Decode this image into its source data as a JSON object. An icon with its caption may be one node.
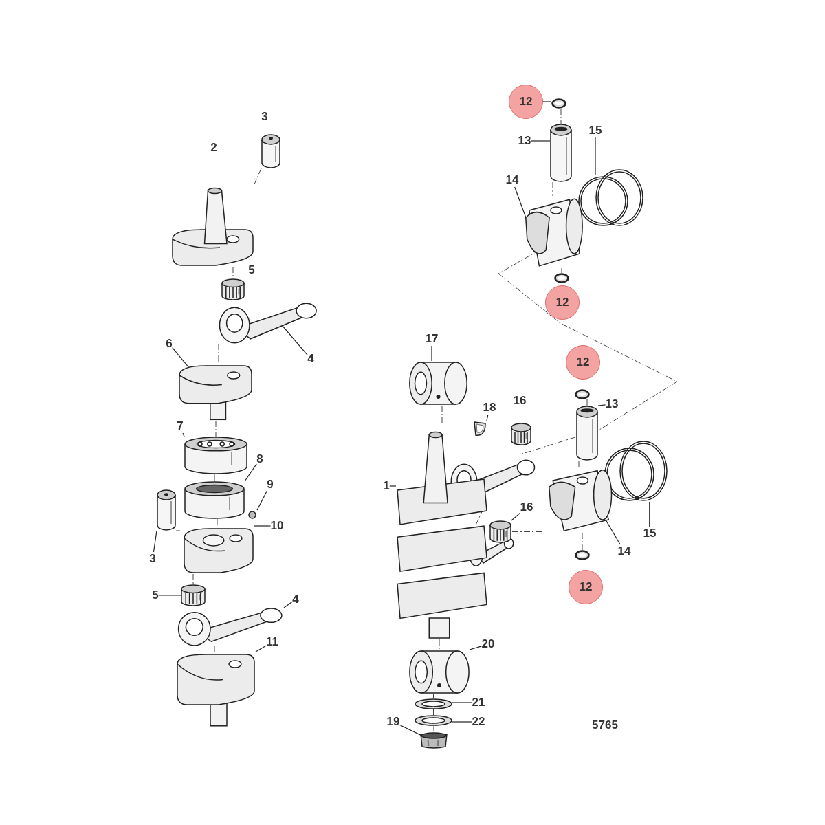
{
  "diagram": {
    "nodes": [
      {
        "text": [],
        "shape": "cylinder"
      },
      {
        "text": [],
        "shape": "picture"
      },
      {
        "text": [],
        "shape": "cylinder"
      },
      {
        "text": [],
        "shape": "picture"
      },
      {
        "text": [
          "4"
        ]
      },
      {
        "text": [],
        "shape": "picture"
      },
      {
        "text": [
          "6"
        ]
      },
      {
        "text": [],
        "shape": "cylinder"
      },
      {
        "text": [
          "7"
        ]
      },
      {
        "text": [],
        "shape": "cylinder"
      },
      {
        "text": [
          "8"
        ]
      },
      {
        "text": [],
        "shape": "circle"
      },
      {
        "text": [
          "9"
        ]
      },
      {
        "text": [],
        "shape": "cylinder"
      },
      {
        "text": [
          "3"
        ]
      },
      {
        "text": [],
        "shape": "picture"
      },
      {
        "text": [
          "10"
        ]
      },
      {
        "text": [],
        "shape": "cylinder"
      },
      {
        "text": [
          "5"
        ]
      },
      {
        "text": [],
        "shape": "picture"
      },
      {
        "text": [
          "4"
        ]
      },
      {
        "text": [],
        "shape": "picture"
      },
      {
        "text": [
          "11"
        ]
      },
      {
        "text": [
          "12"
        ]
      },
      {
        "text": [],
        "shape": "circle"
      },
      {
        "text": [
          "13"
        ]
      },
      {
        "text": [],
        "shape": "cylinder"
      },
      {
        "text": [
          "15"
        ]
      },
      {
        "text": [],
        "shape": "circle"
      },
      {
        "text": [],
        "shape": "circle"
      },
      {
        "text": [
          "14"
        ]
      },
      {
        "text": [],
        "shape": "picture"
      },
      {
        "text": [],
        "shape": "circle"
      },
      {
        "text": [
          "12"
        ]
      },
      {
        "text": [
          "17"
        ]
      },
      {
        "text": [],
        "shape": "cylinder"
      },
      {
        "text": [
          "18"
        ]
      },
      {
        "text": [],
        "shape": "picture"
      },
      {
        "text": [],
        "shape": "cylinder"
      },
      {
        "text": [
          "1"
        ]
      },
      {
        "text": [],
        "shape": "picture"
      },
      {
        "text": [
          "12"
        ]
      },
      {
        "text": [],
        "shape": "circle"
      },
      {
        "text": [
          "13"
        ]
      },
      {
        "text": [],
        "shape": "cylinder"
      },
      {
        "text": [],
        "shape": "circle"
      },
      {
        "text": [],
        "shape": "circle"
      },
      {
        "text": [],
        "shape": "picture"
      },
      {
        "text": [
          "16"
        ]
      },
      {
        "text": [],
        "shape": "cylinder"
      },
      {
        "text": [
          "15"
        ]
      },
      {
        "text": [
          "14"
        ]
      },
      {
        "text": [],
        "shape": "circle"
      },
      {
        "text": [
          "12"
        ]
      },
      {
        "text": [
          "20"
        ]
      },
      {
        "text": [],
        "shape": "cylinder"
      },
      {
        "text": [
          "21"
        ]
      },
      {
        "text": [],
        "shape": "circle"
      },
      {
        "text": [
          "22"
        ]
      },
      {
        "text": [],
        "shape": "circle"
      },
      {
        "text": [
          "19"
        ]
      },
      {
        "text": [],
        "shape": "picture"
      }
    ],
    "edges": [
      {
        "from": 4,
        "to": 3,
        "arrow": "none"
      },
      {
        "from": 6,
        "to": 5,
        "arrow": "none"
      },
      {
        "from": 8,
        "to": 7,
        "arrow": "none"
      },
      {
        "from": 10,
        "to": 9,
        "arrow": "none"
      },
      {
        "from": 12,
        "to": 11,
        "arrow": "none"
      },
      {
        "from": 14,
        "to": 13,
        "arrow": "none"
      },
      {
        "from": 16,
        "to": 15,
        "arrow": "none"
      },
      {
        "from": 18,
        "to": 17,
        "arrow": "none"
      },
      {
        "from": 20,
        "to": 19,
        "arrow": "none"
      },
      {
        "from": 22,
        "to": 21,
        "arrow": "none"
      },
      {
        "from": 23,
        "to": 24,
        "arrow": "none"
      },
      {
        "from": 25,
        "to": 26,
        "arrow": "none"
      },
      {
        "from": 27,
        "to": 28,
        "arrow": "none"
      },
      {
        "from": 30,
        "to": 31,
        "arrow": "none"
      },
      {
        "from": 34,
        "to": 35,
        "arrow": "none"
      },
      {
        "from": 36,
        "to": 37,
        "arrow": "none"
      },
      {
        "from": 39,
        "to": 40,
        "arrow": "none"
      },
      {
        "from": 43,
        "to": 44,
        "arrow": "none"
      },
      {
        "from": 48,
        "to": 49,
        "arrow": "none"
      },
      {
        "from": 50,
        "to": 45,
        "arrow": "none"
      },
      {
        "from": 50,
        "to": 46,
        "arrow": "none"
      },
      {
        "from": 51,
        "to": 47,
        "arrow": "none"
      },
      {
        "from": 54,
        "to": 55,
        "arrow": "none"
      },
      {
        "from": 56,
        "to": 57,
        "arrow": "none"
      },
      {
        "from": 58,
        "to": 59,
        "arrow": "none"
      },
      {
        "from": 60,
        "to": 61,
        "arrow": "none"
      },
      {
        "from": 0,
        "to": 1,
        "arrow": "none",
        "style": "dashed"
      },
      {
        "from": 1,
        "to": 2,
        "arrow": "none",
        "style": "dashed"
      },
      {
        "from": 3,
        "to": 5,
        "arrow": "none",
        "style": "dashed"
      },
      {
        "from": 5,
        "to": 7,
        "arrow": "none",
        "style": "dashed"
      },
      {
        "from": 7,
        "to": 9,
        "arrow": "none",
        "style": "dashed"
      },
      {
        "from": 13,
        "to": 15,
        "arrow": "none",
        "style": "dashed"
      },
      {
        "from": 9,
        "to": 15,
        "arrow": "none",
        "style": "dashed"
      },
      {
        "from": 15,
        "to": 17,
        "arrow": "none",
        "style": "dashed"
      },
      {
        "from": 19,
        "to": 21,
        "arrow": "none",
        "style": "dashed"
      },
      {
        "from": 24,
        "to": 26,
        "arrow": "none",
        "style": "dashed"
      },
      {
        "from": 26,
        "to": 31,
        "arrow": "none",
        "style": "dashed"
      },
      {
        "from": 31,
        "to": 32,
        "arrow": "none",
        "style": "dashed"
      },
      {
        "from": 35,
        "to": 40,
        "arrow": "none",
        "style": "dashed"
      },
      {
        "from": 42,
        "to": 44,
        "arrow": "none",
        "style": "dashed"
      },
      {
        "from": 44,
        "to": 47,
        "arrow": "none",
        "style": "dashed"
      },
      {
        "from": 47,
        "to": 52,
        "arrow": "none",
        "style": "dashed"
      },
      {
        "from": 47,
        "to": 49,
        "arrow": "none",
        "style": "dashed"
      },
      {
        "from": 40,
        "to": 55,
        "arrow": "none",
        "style": "dashed"
      },
      {
        "from": 55,
        "to": 57,
        "arrow": "none",
        "style": "dashed"
      },
      {
        "from": 57,
        "to": 59,
        "arrow": "none",
        "style": "dashed"
      },
      {
        "from": 59,
        "to": 61,
        "arrow": "none",
        "style": "dashed"
      }
    ],
    "labels": [
      "3",
      "2",
      "5",
      "16",
      "5765"
    ]
  }
}
